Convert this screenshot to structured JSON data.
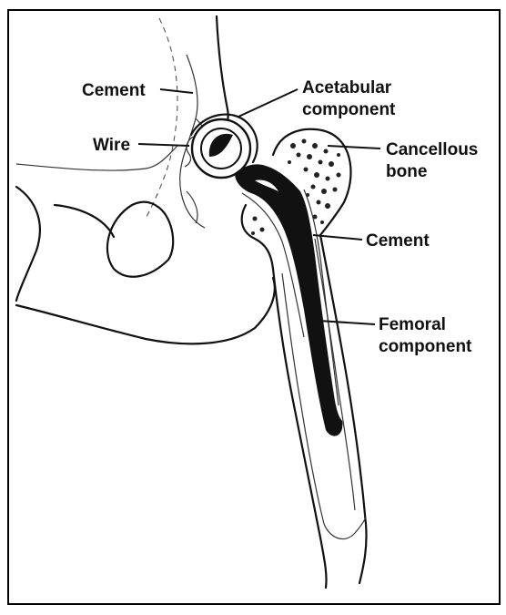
{
  "labels": {
    "cement_top": "Cement",
    "acetabular_line1": "Acetabular",
    "acetabular_line2": "component",
    "wire": "Wire",
    "cancellous_line1": "Cancellous",
    "cancellous_line2": "bone",
    "cement_right": "Cement",
    "femoral_line1": "Femoral",
    "femoral_line2": "component"
  },
  "colors": {
    "ink": "#111111",
    "paper": "#ffffff",
    "prosthesis": "#111111"
  }
}
